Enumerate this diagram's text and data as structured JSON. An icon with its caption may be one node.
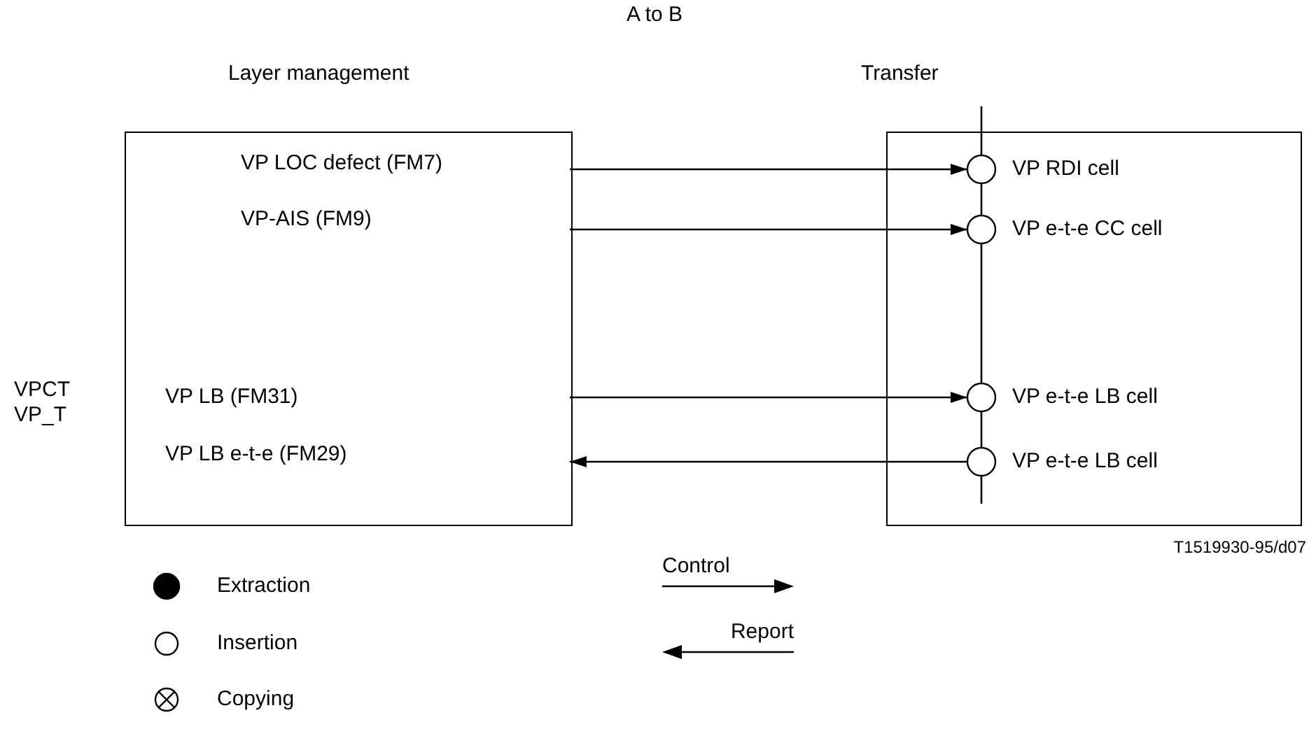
{
  "diagram": {
    "title": "A to B",
    "nodes": [
      {
        "text": [
          "Layer management"
        ],
        "beside": [
          "VPCT VP_T"
        ]
      },
      {
        "text": [
          "VP LOC defect (FM7)"
        ],
        "in": 0
      },
      {
        "text": [
          "VP-AIS (FM9)"
        ],
        "in": 0
      },
      {
        "text": [
          "VP LB (FM31)"
        ],
        "in": 0
      },
      {
        "text": [
          "VP LB e-t-e (FM29)"
        ],
        "in": 0
      },
      {
        "text": [
          "Transfer"
        ]
      },
      {
        "text": [],
        "shape": "circle",
        "in": 5,
        "beside": [
          "VP RDI cell"
        ]
      },
      {
        "text": [],
        "shape": "circle",
        "in": 5,
        "beside": [
          "VP e-t-e CC cell"
        ]
      },
      {
        "text": [],
        "shape": "circle",
        "in": 5,
        "beside": [
          "VP e-t-e LB cell"
        ]
      },
      {
        "text": [],
        "shape": "circle",
        "in": 5,
        "beside": [
          "VP e-t-e LB cell"
        ]
      }
    ],
    "edges": [
      {
        "from": 0,
        "to": 6,
        "arrow": "to"
      },
      {
        "from": 0,
        "to": 7,
        "arrow": "to"
      },
      {
        "from": 0,
        "to": 8,
        "arrow": "to"
      },
      {
        "from": 9,
        "to": 0,
        "arrow": "to"
      },
      {
        "from": null,
        "to": 6,
        "arrow": "none"
      },
      {
        "from": 6,
        "to": 7,
        "arrow": "none"
      },
      {
        "from": 7,
        "to": 8,
        "arrow": "none"
      },
      {
        "from": 8,
        "to": 9,
        "arrow": "none"
      },
      {
        "from": 9,
        "to": null,
        "arrow": "none"
      }
    ],
    "labels": [
      "T1519930-95/d07"
    ],
    "legend": [
      {
        "text": "Extraction"
      },
      {
        "text": "Control"
      },
      {
        "text": "Insertion"
      },
      {
        "text": "Report"
      },
      {
        "text": "Copying"
      }
    ]
  }
}
